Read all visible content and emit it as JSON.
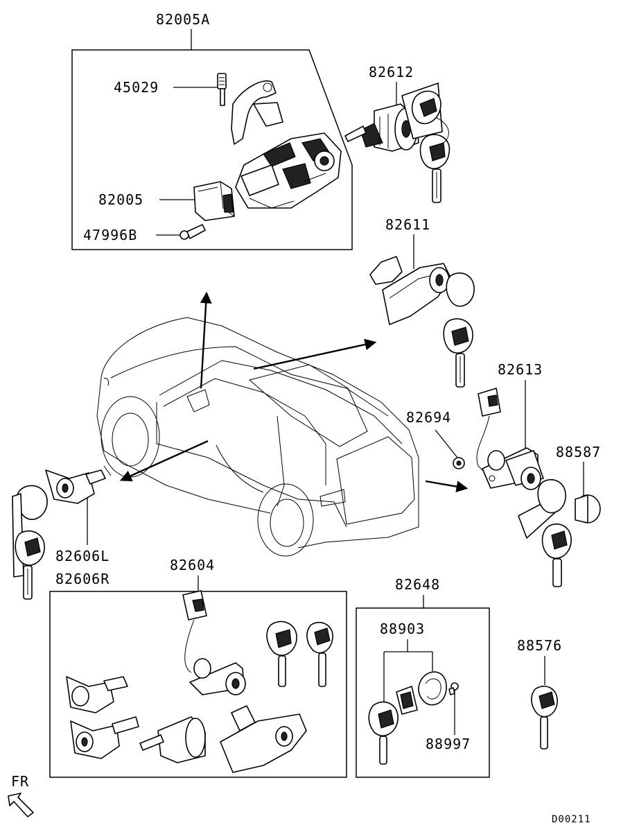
{
  "labels": {
    "p82005A": "82005A",
    "p45029": "45029",
    "p82005": "82005",
    "p47996B": "47996B",
    "p82612": "82612",
    "p82611": "82611",
    "p82613": "82613",
    "p82694": "82694",
    "p88587": "88587",
    "p82606L": "82606L",
    "p82606R": "82606R",
    "p82604": "82604",
    "p82648": "82648",
    "p88903": "88903",
    "p88997": "88997",
    "p88576": "88576"
  },
  "direction": {
    "text": "FR"
  },
  "drawing_code": "D00211"
}
